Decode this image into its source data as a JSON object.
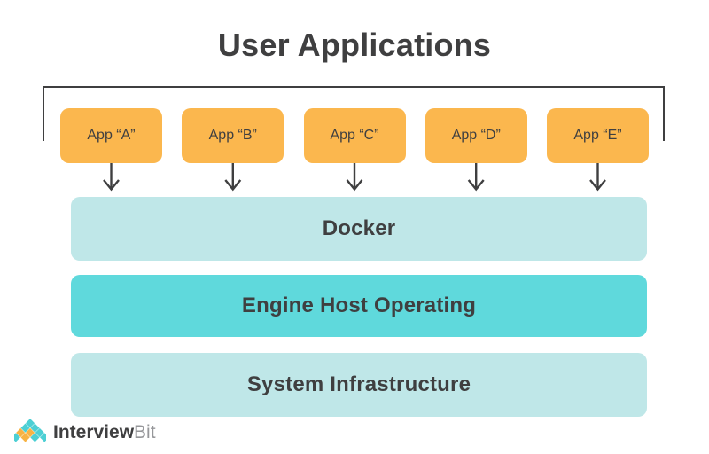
{
  "diagram": {
    "title": "User Applications",
    "type": "layered-architecture",
    "background_color": "#ffffff"
  },
  "colors": {
    "app_box": "#fbb74e",
    "layer_light": "#bfe7e8",
    "layer_accent": "#5fd9dc",
    "text_dark": "#3f3f40",
    "bracket_line": "#3f3f40",
    "arrow": "#3f3f40",
    "logo_cyan": "#4ccfd4",
    "logo_orange": "#f7b344",
    "logo_text_secondary": "#96979a"
  },
  "bracket": {
    "name": "user-applications-bracket"
  },
  "apps": [
    {
      "label": "App “A”",
      "key": "a"
    },
    {
      "label": "App “B”",
      "key": "b"
    },
    {
      "label": "App “C”",
      "key": "c"
    },
    {
      "label": "App “D”",
      "key": "d"
    },
    {
      "label": "App “E”",
      "key": "e"
    }
  ],
  "arrows": {
    "count": 5,
    "direction": "down",
    "from": "app-boxes",
    "to": "docker-layer"
  },
  "layers": [
    {
      "label": "Docker",
      "fill": "#bfe7e8",
      "key": "docker"
    },
    {
      "label": "Engine Host Operating",
      "fill": "#5fd9dc",
      "key": "engine-host-operating"
    },
    {
      "label": "System Infrastructure",
      "fill": "#bfe7e8",
      "key": "system-infrastructure"
    }
  ],
  "logo": {
    "primary_text": "Interview",
    "secondary_text": "Bit",
    "mark_name": "interviewbit-diamond-mark"
  }
}
